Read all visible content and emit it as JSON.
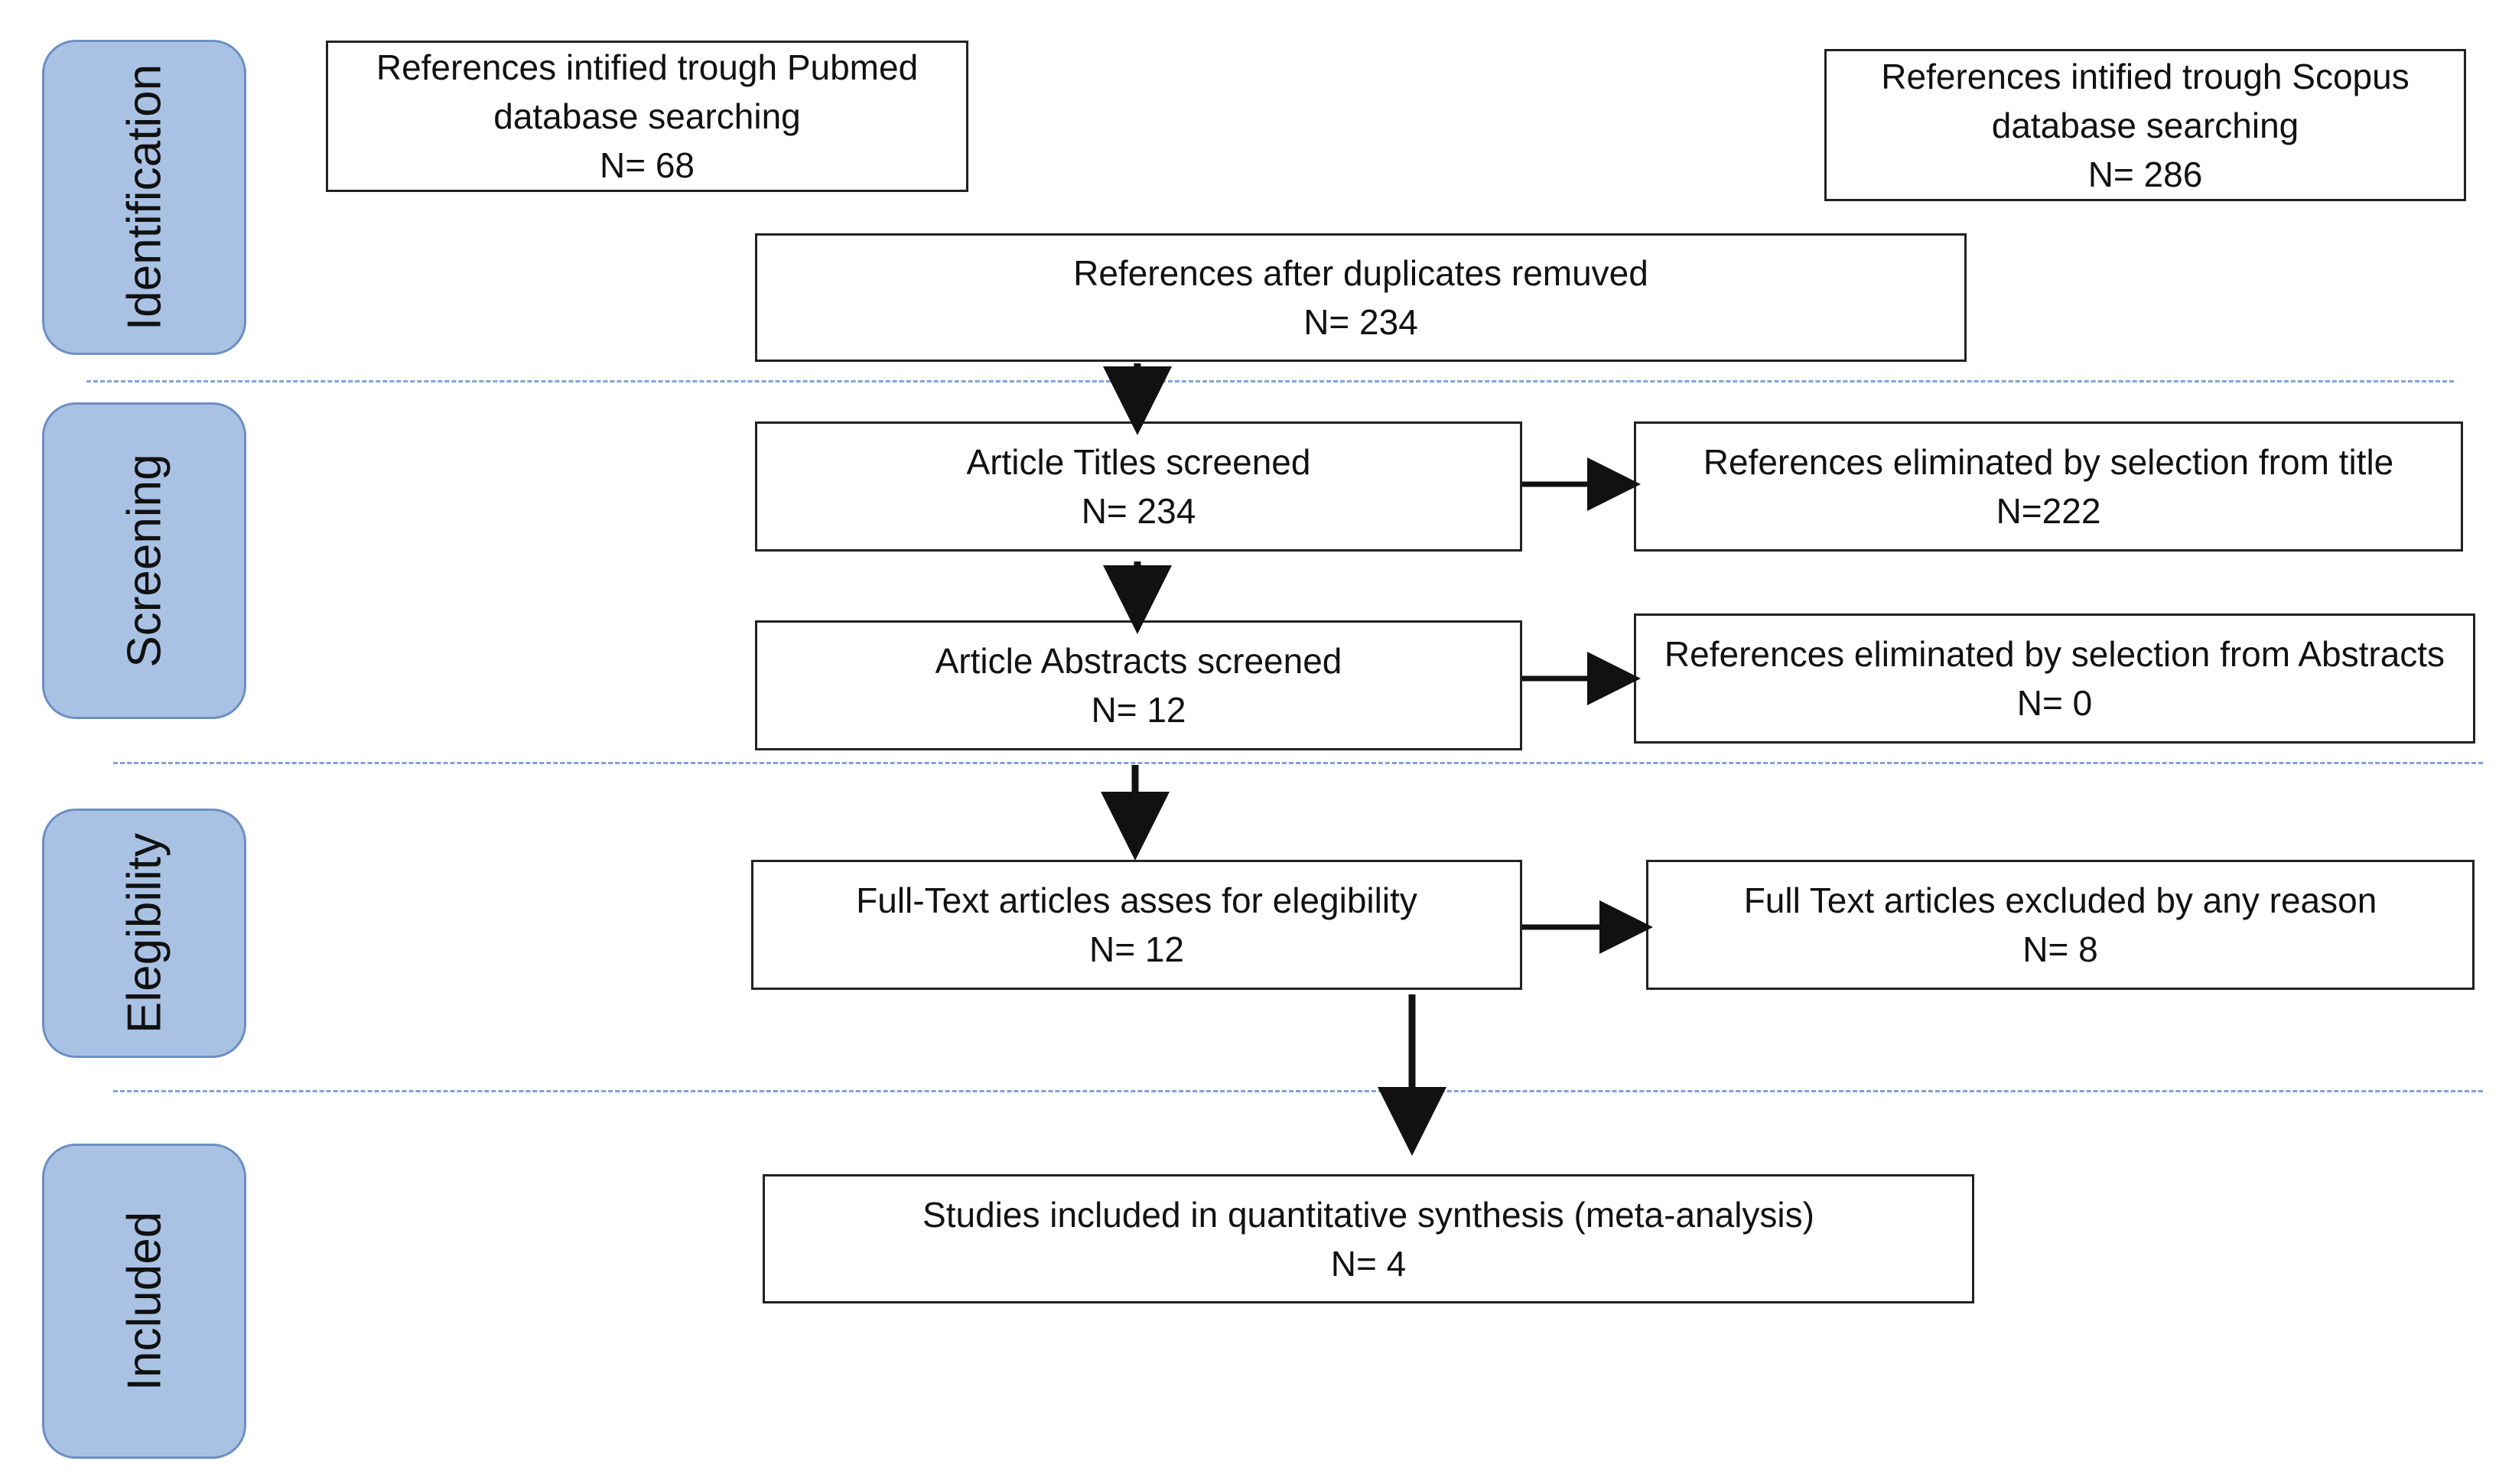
{
  "phases": {
    "identification": "Identification",
    "screening": "Screening",
    "eligibility": "Elegibility",
    "included": "Included"
  },
  "boxes": {
    "pubmed": {
      "line1": "References intified trough Pubmed",
      "line2": "database searching",
      "count": "N= 68"
    },
    "scopus": {
      "line1": "References intified trough Scopus",
      "line2": "database searching",
      "count": "N= 286"
    },
    "duplicates": {
      "line1": "References after duplicates remuved",
      "count": "N= 234"
    },
    "titles": {
      "line1": "Article Titles screened",
      "count": "N= 234"
    },
    "titles_excluded": {
      "line1": "References eliminated by selection from title",
      "count": "N=222"
    },
    "abstracts": {
      "line1": "Article Abstracts screened",
      "count": "N= 12"
    },
    "abstracts_excluded": {
      "line1": "References eliminated by selection from Abstracts",
      "count": "N= 0"
    },
    "fulltext": {
      "line1": "Full-Text articles asses for elegibility",
      "count": "N= 12"
    },
    "fulltext_excluded": {
      "line1": "Full Text articles excluded by any reason",
      "count": "N= 8"
    },
    "included": {
      "line1": "Studies included in quantitative synthesis (meta-analysis)",
      "count": "N= 4"
    }
  },
  "colors": {
    "phase_fill": "#a9c2e4",
    "phase_border": "#6b8fc4",
    "divider": "#7fa3d8",
    "box_border": "#222222",
    "arrow": "#111111"
  }
}
